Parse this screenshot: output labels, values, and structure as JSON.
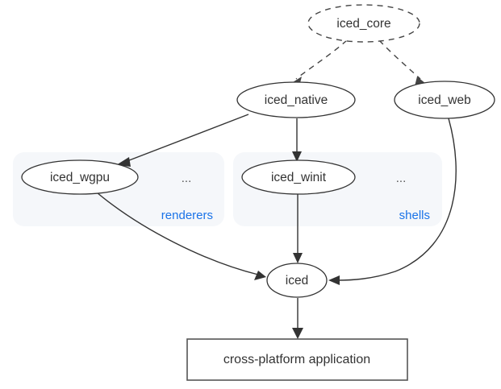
{
  "diagram": {
    "type": "dependency-graph",
    "background": "#ffffff",
    "accent_color": "#1a73e8",
    "node_stroke": "#333333",
    "clusters": [
      {
        "id": "renderers",
        "label": "renderers",
        "ellipsis": "...",
        "fill": "#f5f7fa"
      },
      {
        "id": "shells",
        "label": "shells",
        "ellipsis": "...",
        "fill": "#f5f7fa"
      }
    ],
    "nodes": [
      {
        "id": "iced_core",
        "label": "iced_core",
        "shape": "ellipse",
        "style": "dashed"
      },
      {
        "id": "iced_native",
        "label": "iced_native",
        "shape": "ellipse",
        "style": "solid"
      },
      {
        "id": "iced_web",
        "label": "iced_web",
        "shape": "ellipse",
        "style": "solid"
      },
      {
        "id": "iced_wgpu",
        "label": "iced_wgpu",
        "shape": "ellipse",
        "style": "solid"
      },
      {
        "id": "iced_winit",
        "label": "iced_winit",
        "shape": "ellipse",
        "style": "solid"
      },
      {
        "id": "iced",
        "label": "iced",
        "shape": "ellipse",
        "style": "solid"
      },
      {
        "id": "app",
        "label": "cross-platform application",
        "shape": "rect",
        "style": "solid"
      }
    ],
    "edges": [
      {
        "from": "iced_core",
        "to": "iced_native",
        "style": "dashed"
      },
      {
        "from": "iced_core",
        "to": "iced_web",
        "style": "dashed"
      },
      {
        "from": "iced_native",
        "to": "iced_wgpu",
        "style": "solid"
      },
      {
        "from": "iced_native",
        "to": "iced_winit",
        "style": "solid"
      },
      {
        "from": "iced_wgpu",
        "to": "iced",
        "style": "solid"
      },
      {
        "from": "iced_winit",
        "to": "iced",
        "style": "solid"
      },
      {
        "from": "iced_web",
        "to": "iced",
        "style": "solid"
      },
      {
        "from": "iced",
        "to": "app",
        "style": "solid"
      }
    ]
  }
}
